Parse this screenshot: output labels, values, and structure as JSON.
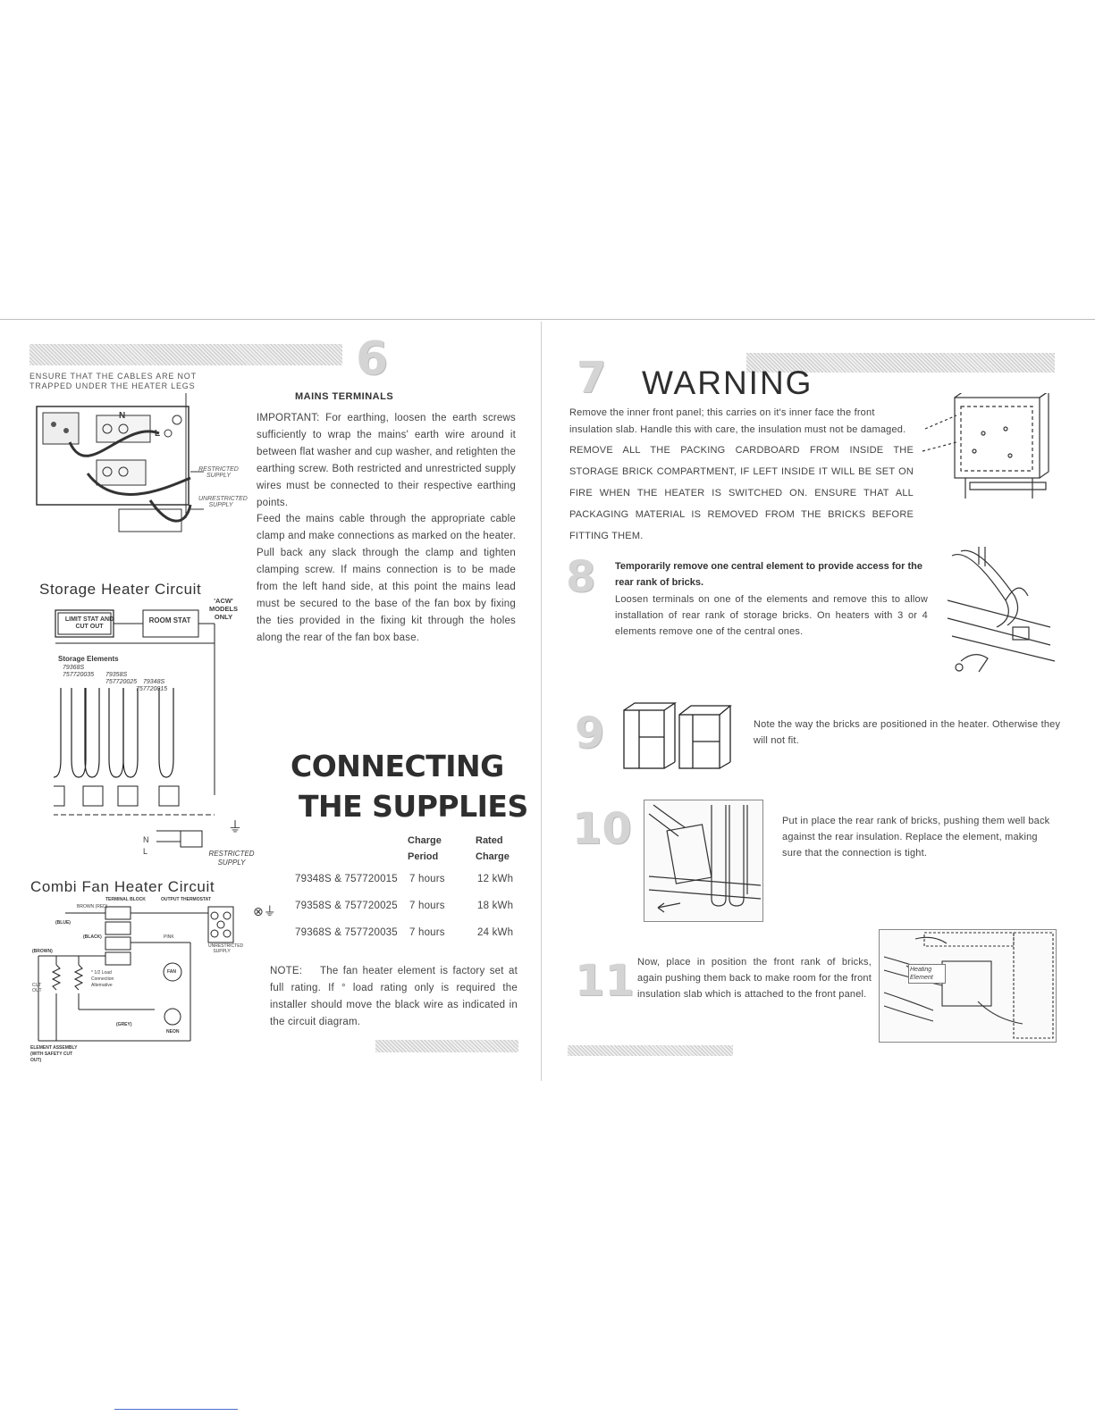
{
  "left_page": {
    "ensure_note": "ENSURE THAT THE CABLES ARE NOT TRAPPED UNDER THE HEATER LEGS",
    "step6": {
      "number": "6",
      "heading": "MAINS TERMINALS",
      "para1": "IMPORTANT: For earthing, loosen the earth screws sufficiently to wrap the mains' earth wire around it between flat washer and cup washer, and retighten the earthing screw. Both restricted and unrestricted supply wires must be connected to their respective earthing points.",
      "para2": "Feed the mains cable through the appropriate cable clamp and make connections as marked on the heater. Pull back any slack through the clamp and tighten clamping screw. If mains connection is to be made from the left hand side, at this point the mains lead must be secured to the base of the fan box by fixing the ties provided in the fixing kit through the holes along the rear of the fan box base."
    },
    "terminal_diagram": {
      "label_n": "N",
      "label_l": "L",
      "restricted": "RESTRICTED SUPPLY",
      "unrestricted": "UNRESTRICTED SUPPLY"
    },
    "storage_circuit": {
      "title": "Storage Heater Circuit",
      "acw_note": "'ACW' MODELS ONLY",
      "limit_stat": "LIMIT STAT AND CUT OUT",
      "room_stat": "ROOM STAT",
      "elements_label": "Storage Elements",
      "models": [
        "79368S",
        "757720035",
        "79358S",
        "757720025",
        "79348S",
        "757720015"
      ],
      "label_n": "N",
      "label_l": "L",
      "restricted": "RESTRICTED SUPPLY"
    },
    "combi_circuit": {
      "title": "Combi Fan Heater Circuit",
      "terminal_block": "TERMINAL BLOCK",
      "output_thermostat": "OUTPUT THERMOSTAT",
      "brown_red": "BROWN (RED)",
      "blue": "(BLUE)",
      "black": "(BLACK)",
      "brown": "(BROWN)",
      "pink": "PINK",
      "cut_out": "CUT OUT",
      "half_load": "* 1/2 Load Connection Alternative",
      "grey": "(GREY)",
      "fan": "FAN",
      "neon": "NEON",
      "unrestricted": "UNRESTRICTED SUPPLY",
      "element_assembly": "ELEMENT ASSEMBLY (WITH SAFETY CUT OUT)"
    },
    "connecting": {
      "title_line1": "CONNECTING",
      "title_line2": "THE SUPPLIES",
      "col_charge_period_1": "Charge",
      "col_charge_period_2": "Period",
      "col_rated_1": "Rated",
      "col_rated_2": "Charge",
      "rows": [
        {
          "model": "79348S & 757720015",
          "period": "7 hours",
          "rated": "12 kWh"
        },
        {
          "model": "79358S & 757720025",
          "period": "7 hours",
          "rated": "18 kWh"
        },
        {
          "model": "79368S & 757720035",
          "period": "7 hours",
          "rated": "24 kWh"
        }
      ],
      "note_label": "NOTE:",
      "note": "The fan heater element is factory set at full rating. If ° load rating only is required the installer should move the black wire as indicated in the circuit diagram."
    }
  },
  "right_page": {
    "step7": {
      "number": "7",
      "title": "WARNING",
      "line1": "Remove the inner front panel; this carries on it's inner face the front insulation slab. Handle this with care, the insulation must not be damaged.",
      "line2": "REMOVE ALL THE PACKING CARDBOARD FROM INSIDE THE STORAGE BRICK COMPARTMENT, IF LEFT INSIDE IT WILL BE SET ON FIRE WHEN THE HEATER IS SWITCHED ON. ENSURE THAT ALL PACKAGING MATERIAL IS REMOVED FROM THE BRICKS BEFORE FITTING THEM."
    },
    "step8": {
      "number": "8",
      "bold": "Temporarily remove one central element to provide access for the rear rank of bricks.",
      "text": "Loosen terminals on one of the elements and remove this to allow installation of rear rank of storage bricks. On heaters with 3 or 4 elements remove one of the central ones."
    },
    "step9": {
      "number": "9",
      "text": "Note the way the bricks are positioned in the heater. Otherwise they will not fit."
    },
    "step10": {
      "number": "10",
      "text": "Put in place the rear rank of bricks, pushing them well back against the rear insulation. Replace the element, making sure that the connection is tight."
    },
    "step11": {
      "number": "11",
      "text": "Now, place in position the front rank of bricks, again pushing them back to make room for the front insulation slab which is attached to the front panel.",
      "fig_label": "Heating Element"
    }
  },
  "colors": {
    "text": "#444444",
    "hatch": "#c9c9c9",
    "number_grey": "#d4d4d4"
  }
}
